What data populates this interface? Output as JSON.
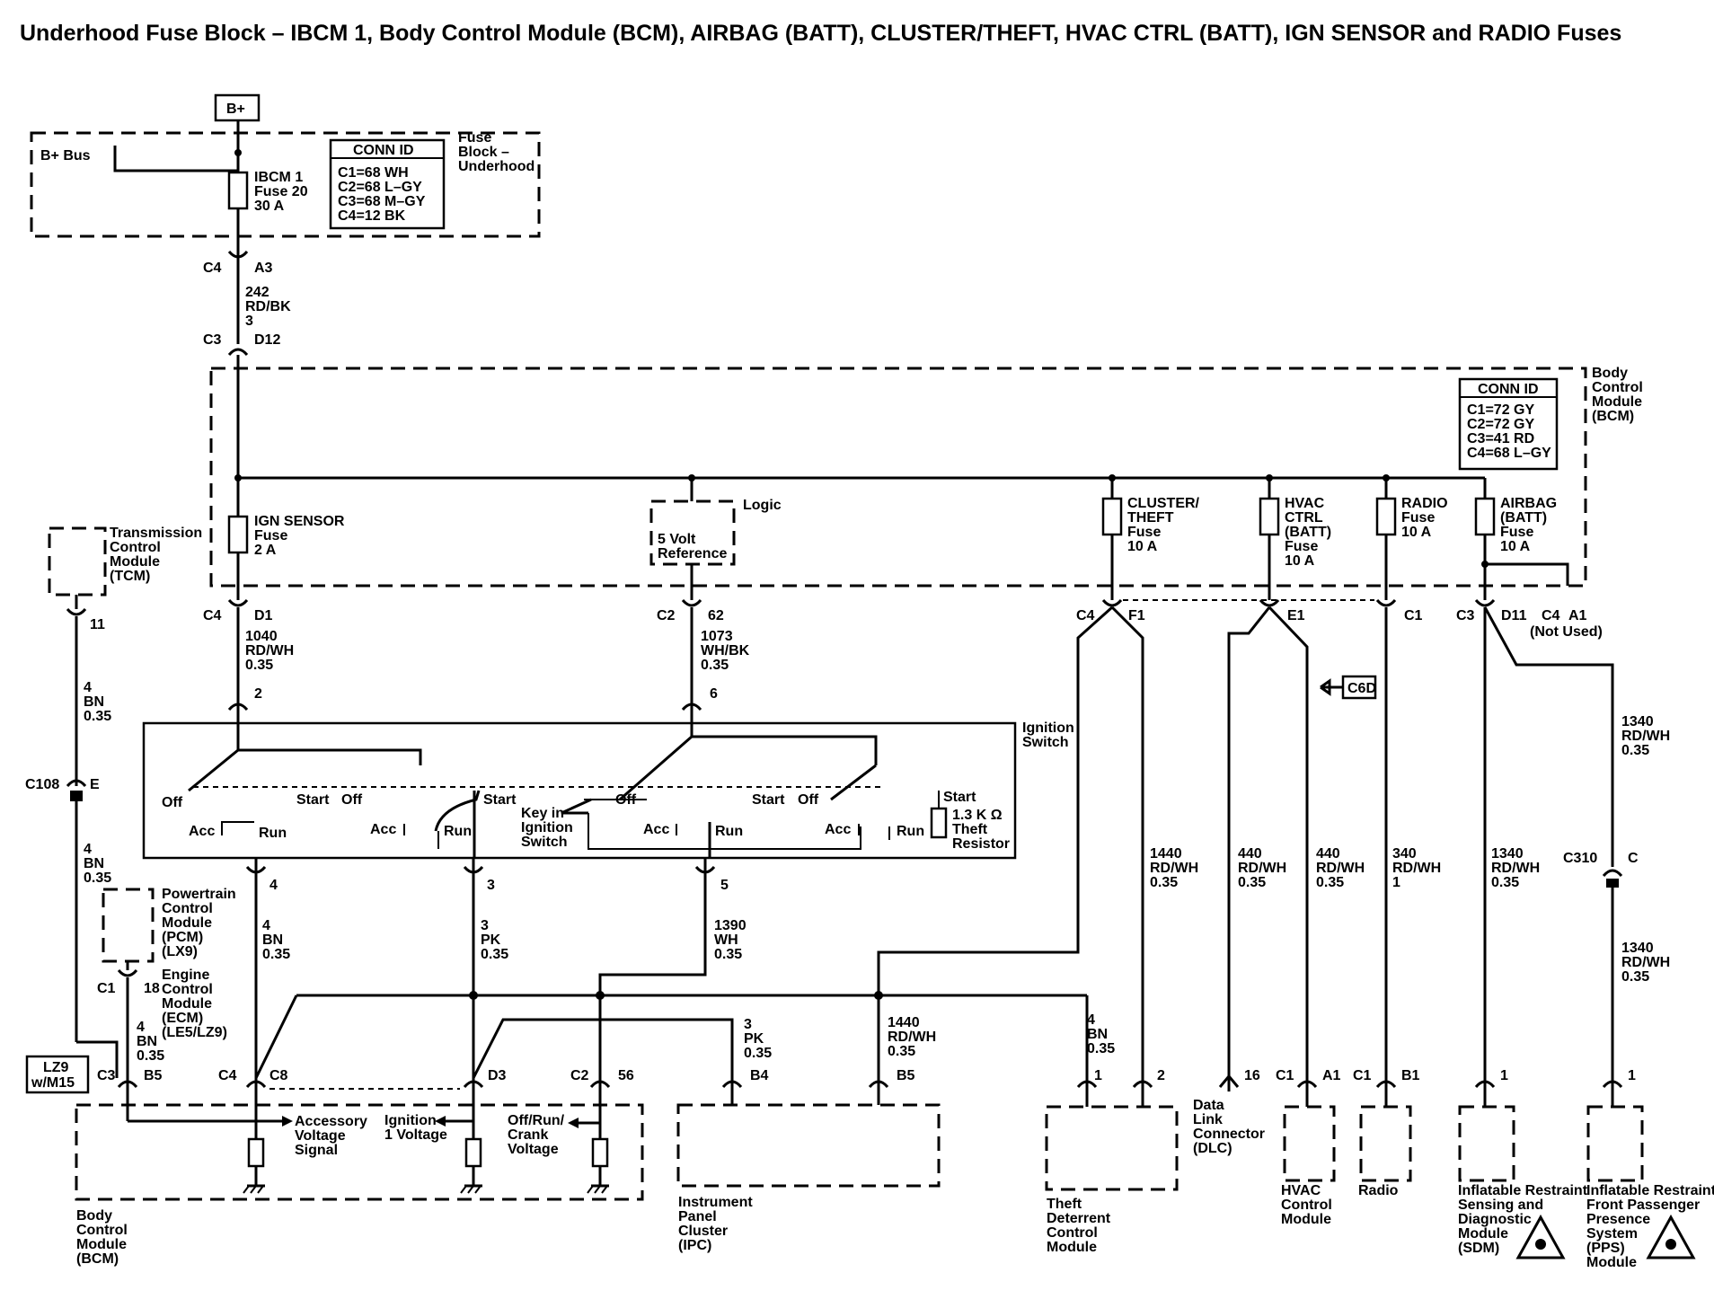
{
  "title": "Underhood Fuse Block – IBCM 1, Body Control Module (BCM), AIRBAG (BATT), CLUSTER/THEFT, HVAC CTRL (BATT), IGN SENSOR and RADIO Fuses",
  "bplus": "B+",
  "fuse_block": {
    "bus": "B+ Bus",
    "name": [
      "Fuse",
      "Block –",
      "Underhood"
    ],
    "fuse": [
      "IBCM 1",
      "Fuse 20",
      "30 A"
    ],
    "conn_title": "CONN ID",
    "conn": [
      "C1=68 WH",
      "C2=68 L–GY",
      "C3=68 M–GY",
      "C4=12 BK"
    ]
  },
  "bcm": {
    "name": [
      "Body",
      "Control",
      "Module",
      "(BCM)"
    ],
    "conn_title": "CONN ID",
    "conn": [
      "C1=72 GY",
      "C2=72 GY",
      "C3=41 RD",
      "C4=68 L–GY"
    ],
    "logic": "Logic",
    "ref": [
      "5 Volt",
      "Reference"
    ],
    "not_used": "(Not Used)",
    "fuses": {
      "ign": [
        "IGN SENSOR",
        "Fuse",
        "2 A"
      ],
      "cluster": [
        "CLUSTER/",
        "THEFT",
        "Fuse",
        "10 A"
      ],
      "hvac": [
        "HVAC",
        "CTRL",
        "(BATT)",
        "Fuse",
        "10 A"
      ],
      "radio": [
        "RADIO",
        "Fuse",
        "10 A"
      ],
      "airbag": [
        "AIRBAG",
        "(BATT)",
        "Fuse",
        "10 A"
      ]
    }
  },
  "conn_labels": {
    "c1": "C1",
    "c2": "C2",
    "c3": "C3",
    "c4": "C4",
    "c108": "C108",
    "c310": "C310",
    "c6d": "C6D",
    "a1": "A1",
    "a3": "A3",
    "b1": "B1",
    "b4": "B4",
    "b5": "B5",
    "c": "C",
    "c8": "C8",
    "d1": "D1",
    "d3": "D3",
    "d11": "D11",
    "d12": "D12",
    "e": "E",
    "e1": "E1",
    "f1": "F1",
    "p1": "1",
    "p2": "2",
    "p3": "3",
    "p4": "4",
    "p5": "5",
    "p6": "6",
    "p11": "11",
    "p16": "16",
    "p18": "18",
    "p56": "56",
    "p62": "62"
  },
  "wires": {
    "w242": [
      "242",
      "RD/BK",
      "3"
    ],
    "w1040": [
      "1040",
      "RD/WH",
      "0.35"
    ],
    "w1073": [
      "1073",
      "WH/BK",
      "0.35"
    ],
    "w4bn": [
      "4",
      "BN",
      "0.35"
    ],
    "w3pk": [
      "3",
      "PK",
      "0.35"
    ],
    "w1390": [
      "1390",
      "WH",
      "0.35"
    ],
    "w1440": [
      "1440",
      "RD/WH",
      "0.35"
    ],
    "w440": [
      "440",
      "RD/WH",
      "0.35"
    ],
    "w340": [
      "340",
      "RD/WH",
      "1"
    ],
    "w1340": [
      "1340",
      "RD/WH",
      "0.35"
    ]
  },
  "ignition": {
    "name": [
      "Ignition",
      "Switch"
    ],
    "off": "Off",
    "acc": "Acc",
    "run": "Run",
    "start": "Start",
    "key": [
      "Key in",
      "Ignition",
      "Switch"
    ],
    "resistor": [
      "1.3 K Ω",
      "Theft",
      "Resistor"
    ]
  },
  "modules": {
    "tcm": [
      "Transmission",
      "Control",
      "Module",
      "(TCM)"
    ],
    "pcm": [
      "Powertrain",
      "Control",
      "Module",
      "(PCM)",
      "(LX9)"
    ],
    "ecm": [
      "Engine",
      "Control",
      "Module",
      "(ECM)",
      "(LE5/LZ9)"
    ],
    "lz9": [
      "LZ9",
      "w/M15"
    ],
    "bcm_bottom": [
      "Body",
      "Control",
      "Module",
      "(BCM)"
    ],
    "ipc": [
      "Instrument",
      "Panel",
      "Cluster",
      "(IPC)"
    ],
    "theft": [
      "Theft",
      "Deterrent",
      "Control",
      "Module"
    ],
    "dlc": [
      "Data",
      "Link",
      "Connector",
      "(DLC)"
    ],
    "hvac": [
      "HVAC",
      "Control",
      "Module"
    ],
    "radio": "Radio",
    "sdm": [
      "Inflatable Restraint",
      "Sensing and",
      "Diagnostic",
      "Module",
      "(SDM)"
    ],
    "pps": [
      "Inflatable Restraint",
      "Front Passenger",
      "Presence",
      "System",
      "(PPS)",
      "Module"
    ]
  },
  "signals": {
    "acc": [
      "Accessory",
      "Voltage",
      "Signal"
    ],
    "ign": [
      "Ignition",
      "1 Voltage"
    ],
    "crank": [
      "Off/Run/",
      "Crank",
      "Voltage"
    ]
  }
}
